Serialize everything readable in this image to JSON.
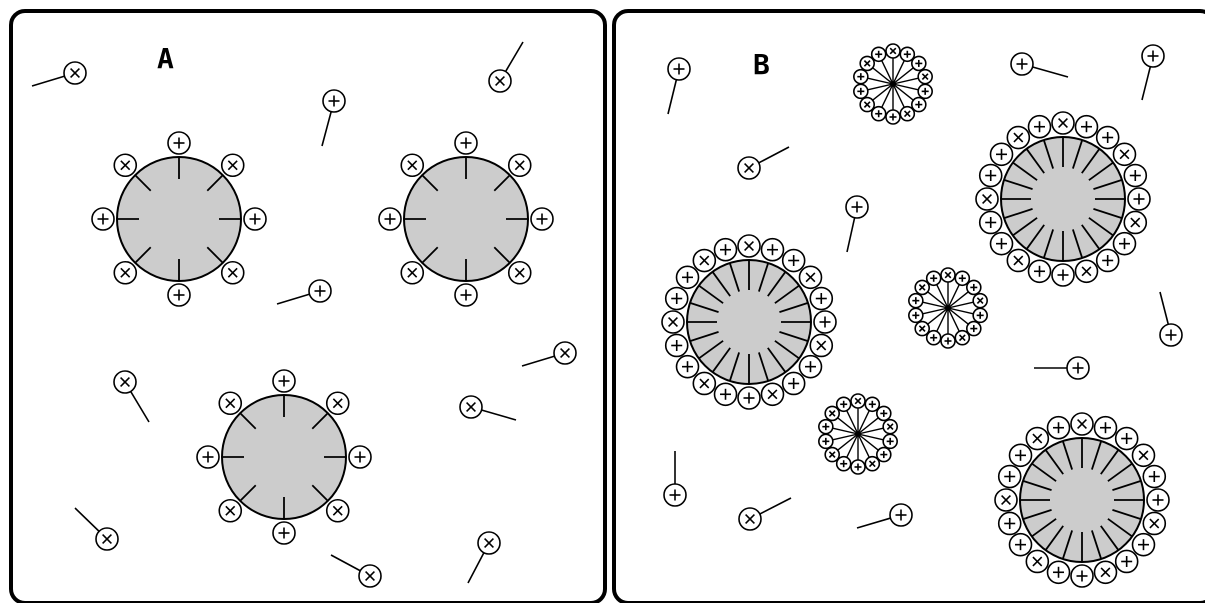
{
  "panels": [
    {
      "id": "A",
      "label": "A"
    },
    {
      "id": "B",
      "label": "B"
    }
  ],
  "colors": {
    "particle_fill": "#cccccc",
    "stroke": "#000000",
    "background": "#ffffff"
  },
  "legend": {
    "plus_symbol": "+",
    "cross_symbol": "×"
  }
}
